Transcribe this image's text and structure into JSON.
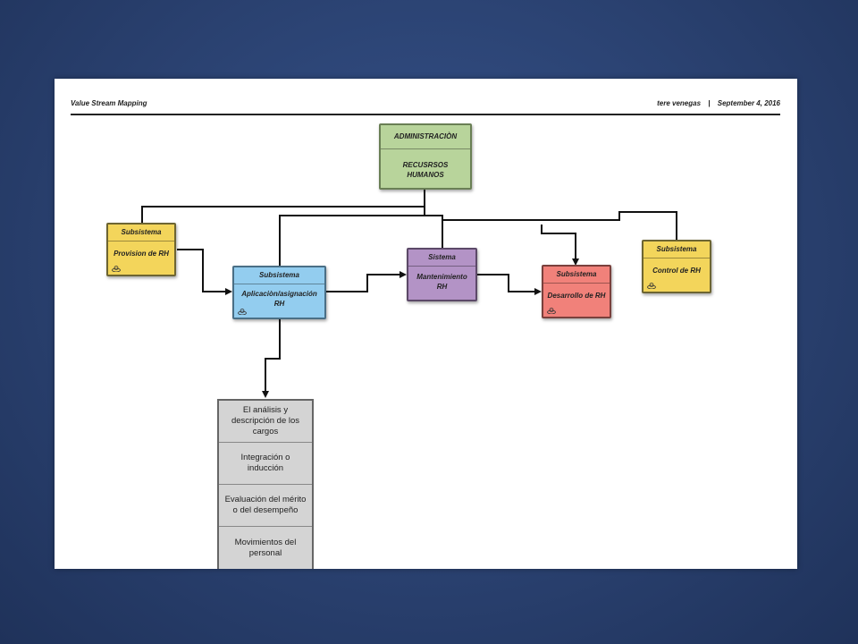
{
  "header": {
    "title": "Value Stream Mapping",
    "author": "tere venegas",
    "separator": "|",
    "date": "September 4, 2016"
  },
  "nodes": {
    "admin": {
      "top_label": "ADMINISTRACIÒN",
      "label": "RECUSRSOS HUMANOS",
      "color": "#b8d49b"
    },
    "provision": {
      "top_label": "Subsistema",
      "label": "Provision de RH",
      "color": "#f3d55b"
    },
    "aplicacion": {
      "top_label": "Subsistema",
      "label": "Aplicaciòn/asignación RH",
      "color": "#93cdef"
    },
    "mantenimiento": {
      "top_label": "Sistema",
      "label": "Mantenimiento RH",
      "color": "#b393c6"
    },
    "desarrollo": {
      "top_label": "Subsistema",
      "label": "Desarrollo de RH",
      "color": "#f1817a"
    },
    "control": {
      "top_label": "Subsistema",
      "label": "Control de RH",
      "color": "#f3d55b"
    }
  },
  "list_items": [
    "El análisis y descripción de los cargos",
    "Integración o inducción",
    "Evaluación del mérito o del desempeño",
    "Movimientos del personal"
  ]
}
